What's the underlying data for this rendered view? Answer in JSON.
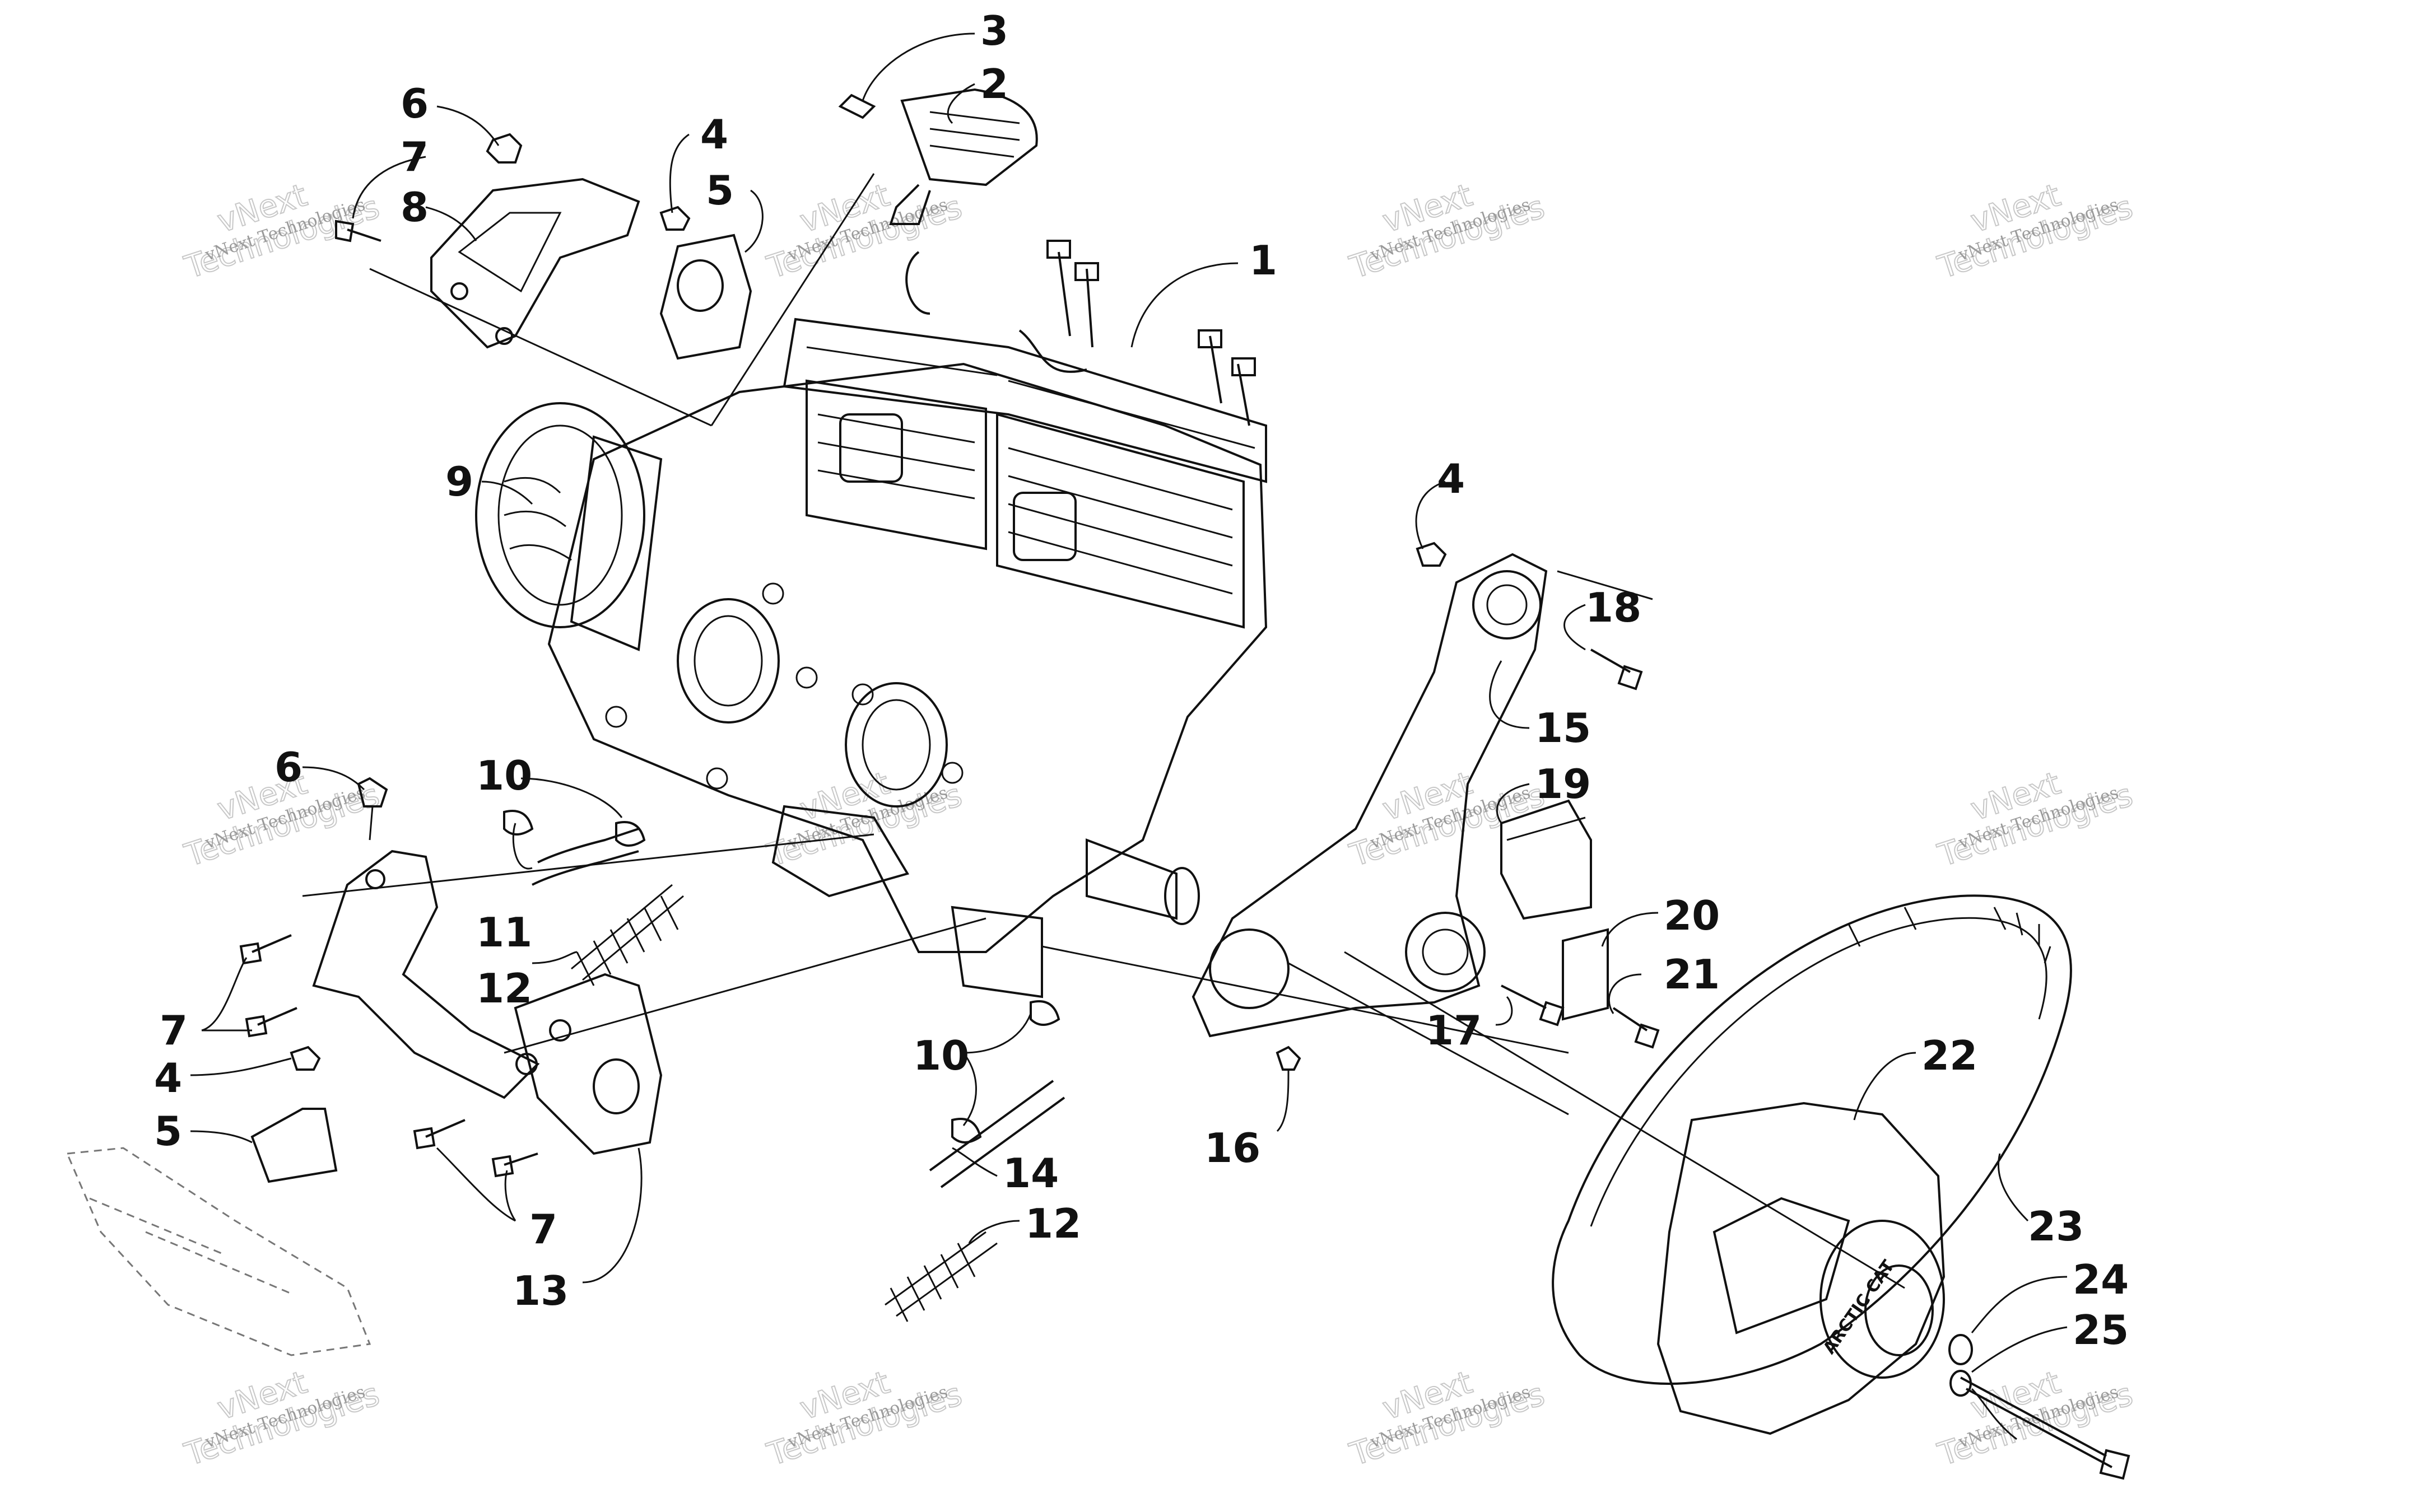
{
  "callouts": [
    {
      "id": "c1",
      "label": "1"
    },
    {
      "id": "c2",
      "label": "2"
    },
    {
      "id": "c3",
      "label": "3"
    },
    {
      "id": "c4a",
      "label": "4"
    },
    {
      "id": "c5a",
      "label": "5"
    },
    {
      "id": "c6a",
      "label": "6"
    },
    {
      "id": "c7a",
      "label": "7"
    },
    {
      "id": "c8",
      "label": "8"
    },
    {
      "id": "c9",
      "label": "9"
    },
    {
      "id": "c4b",
      "label": "4"
    },
    {
      "id": "c18",
      "label": "18"
    },
    {
      "id": "c15",
      "label": "15"
    },
    {
      "id": "c19",
      "label": "19"
    },
    {
      "id": "c6b",
      "label": "6"
    },
    {
      "id": "c10a",
      "label": "10"
    },
    {
      "id": "c11",
      "label": "11"
    },
    {
      "id": "c12a",
      "label": "12"
    },
    {
      "id": "c7b",
      "label": "7"
    },
    {
      "id": "c20",
      "label": "20"
    },
    {
      "id": "c21",
      "label": "21"
    },
    {
      "id": "c17",
      "label": "17"
    },
    {
      "id": "c4c",
      "label": "4"
    },
    {
      "id": "c5b",
      "label": "5"
    },
    {
      "id": "c10b",
      "label": "10"
    },
    {
      "id": "c22",
      "label": "22"
    },
    {
      "id": "c14",
      "label": "14"
    },
    {
      "id": "c16",
      "label": "16"
    },
    {
      "id": "c12b",
      "label": "12"
    },
    {
      "id": "c7c",
      "label": "7"
    },
    {
      "id": "c23",
      "label": "23"
    },
    {
      "id": "c24",
      "label": "24"
    },
    {
      "id": "c13",
      "label": "13"
    },
    {
      "id": "c25",
      "label": "25"
    }
  ],
  "watermark": {
    "line1": "vNext Technologies",
    "line2": "vNext",
    "line3": "Technologies"
  },
  "clutch_text": "ARCTIC CAT"
}
